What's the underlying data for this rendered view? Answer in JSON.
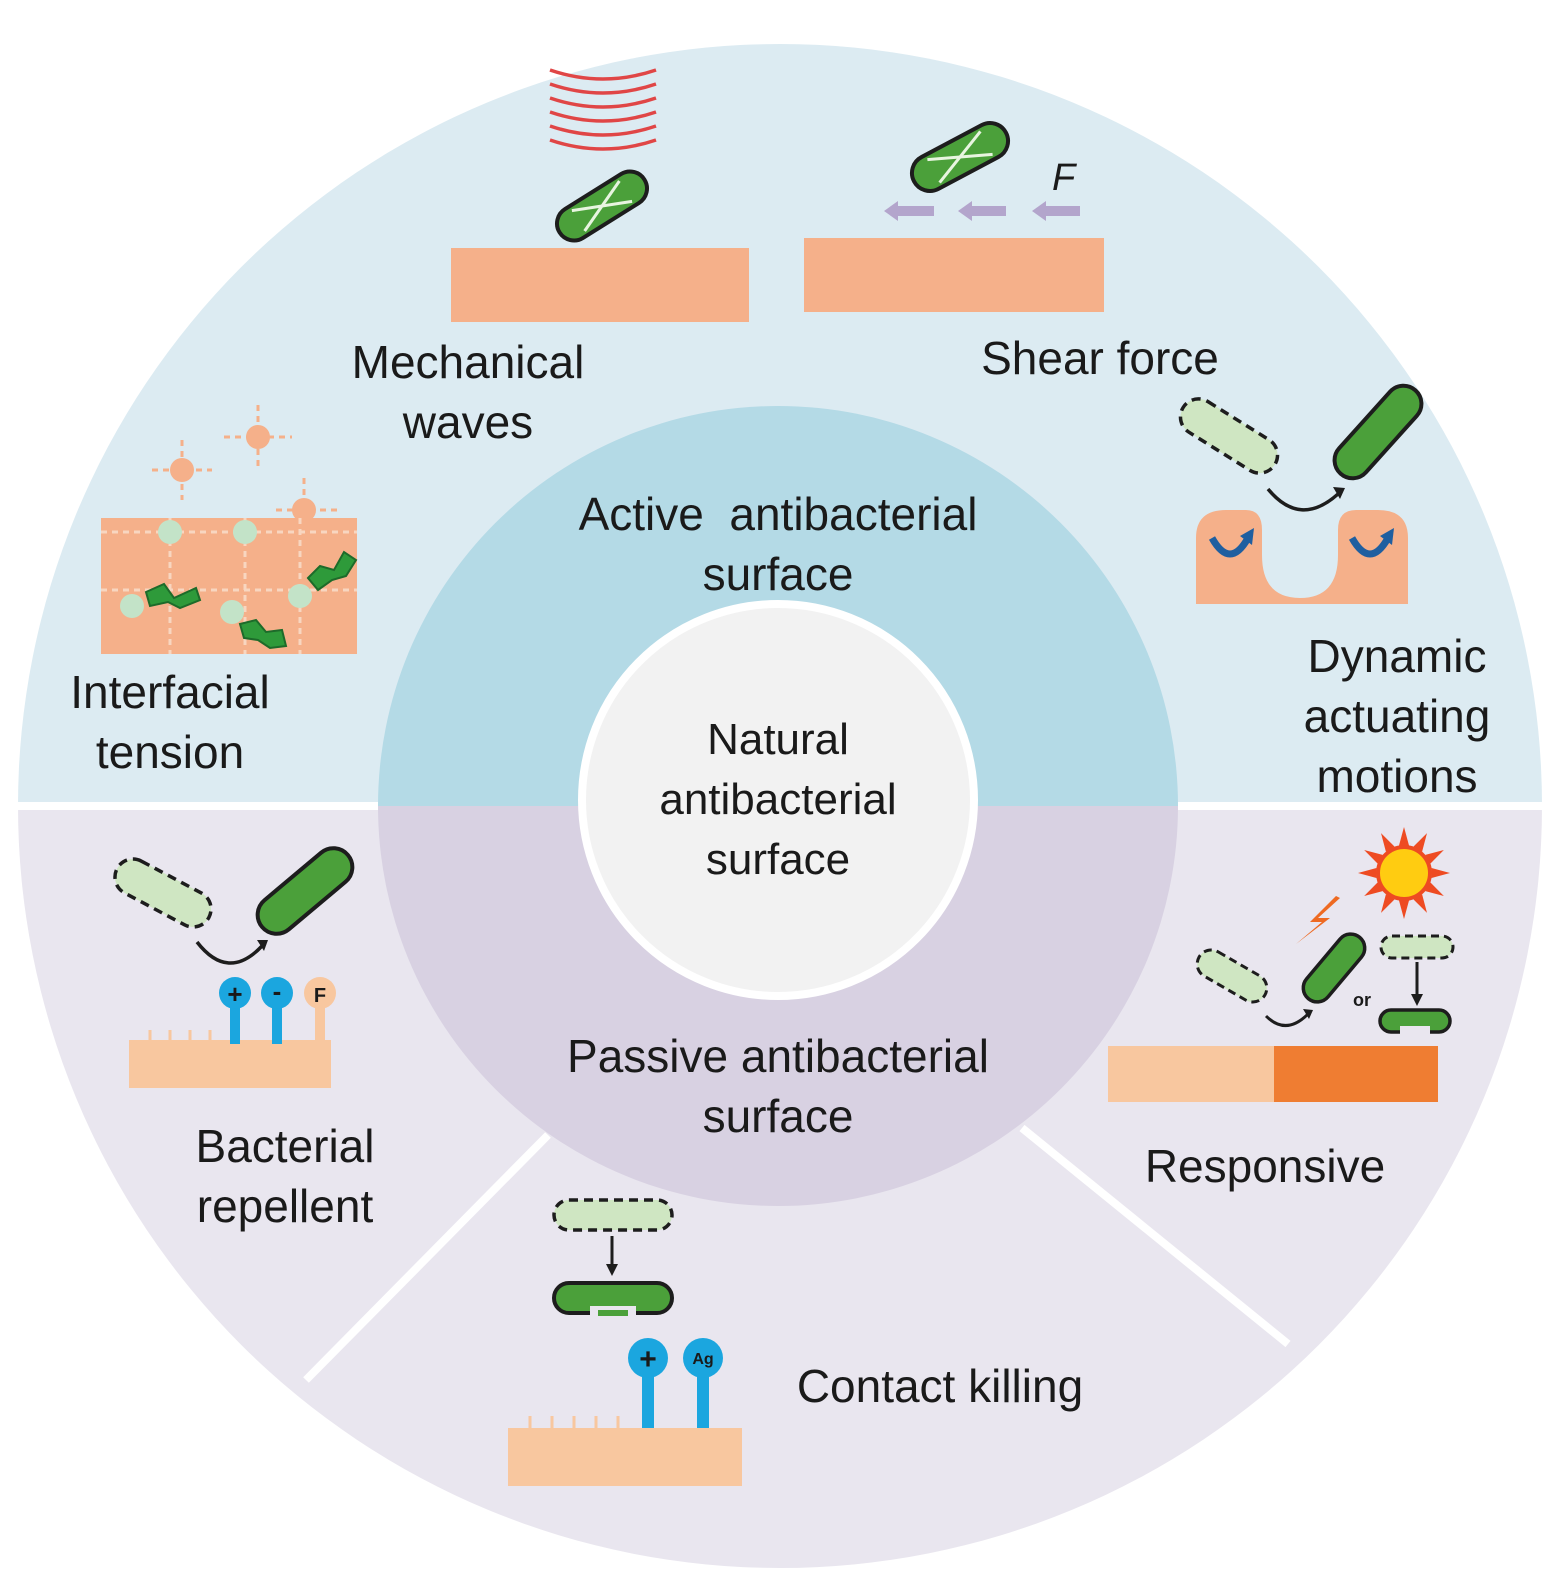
{
  "colors": {
    "active_outer": "#dcebf2",
    "active_inner": "#b4dae6",
    "passive_outer": "#e9e6ef",
    "passive_inner": "#d8d1e2",
    "core": "#f2f2f2",
    "substrate": "#f5b08a",
    "substrate_light": "#f8c79f",
    "substrate_dark": "#ef7d32",
    "bacteria": "#4ba03a",
    "bacteria_dead": "#cfe6c2",
    "ligand": "#1ba6df",
    "wave": "#e04646",
    "force_arrow": "#b3a5cc",
    "actuator_arrow": "#1f5fa0",
    "sun": "#ffcc11",
    "sun_rays": "#ee4b22"
  },
  "core": {
    "line1": "Natural",
    "line2": "antibacterial",
    "line3": "surface"
  },
  "active": {
    "line1": "Active  antibacterial",
    "line2": "surface"
  },
  "passive": {
    "line1": "Passive antibacterial",
    "line2": "surface"
  },
  "segments": {
    "mechanical_waves": {
      "line1": "Mechanical",
      "line2": "waves",
      "icon": "mechanical-waves-icon"
    },
    "shear_force": {
      "label": "Shear force",
      "force_symbol": "F",
      "icon": "shear-force-icon"
    },
    "dynamic_actuating": {
      "line1": "Dynamic",
      "line2": "actuating",
      "line3": "motions",
      "icon": "actuating-surface-icon"
    },
    "interfacial_tension": {
      "line1": "Interfacial",
      "line2": "tension",
      "icon": "interfacial-tension-icon"
    },
    "bacterial_repellent": {
      "line1": "Bacterial",
      "line2": "repellent",
      "charges": [
        "+",
        "-",
        "F"
      ],
      "icon": "repellent-brush-icon"
    },
    "contact_killing": {
      "label": "Contact killing",
      "charges": [
        "+",
        "Ag"
      ],
      "icon": "contact-killing-icon"
    },
    "responsive": {
      "label": "Responsive",
      "connector": "or",
      "icon": "responsive-surface-icon"
    }
  }
}
